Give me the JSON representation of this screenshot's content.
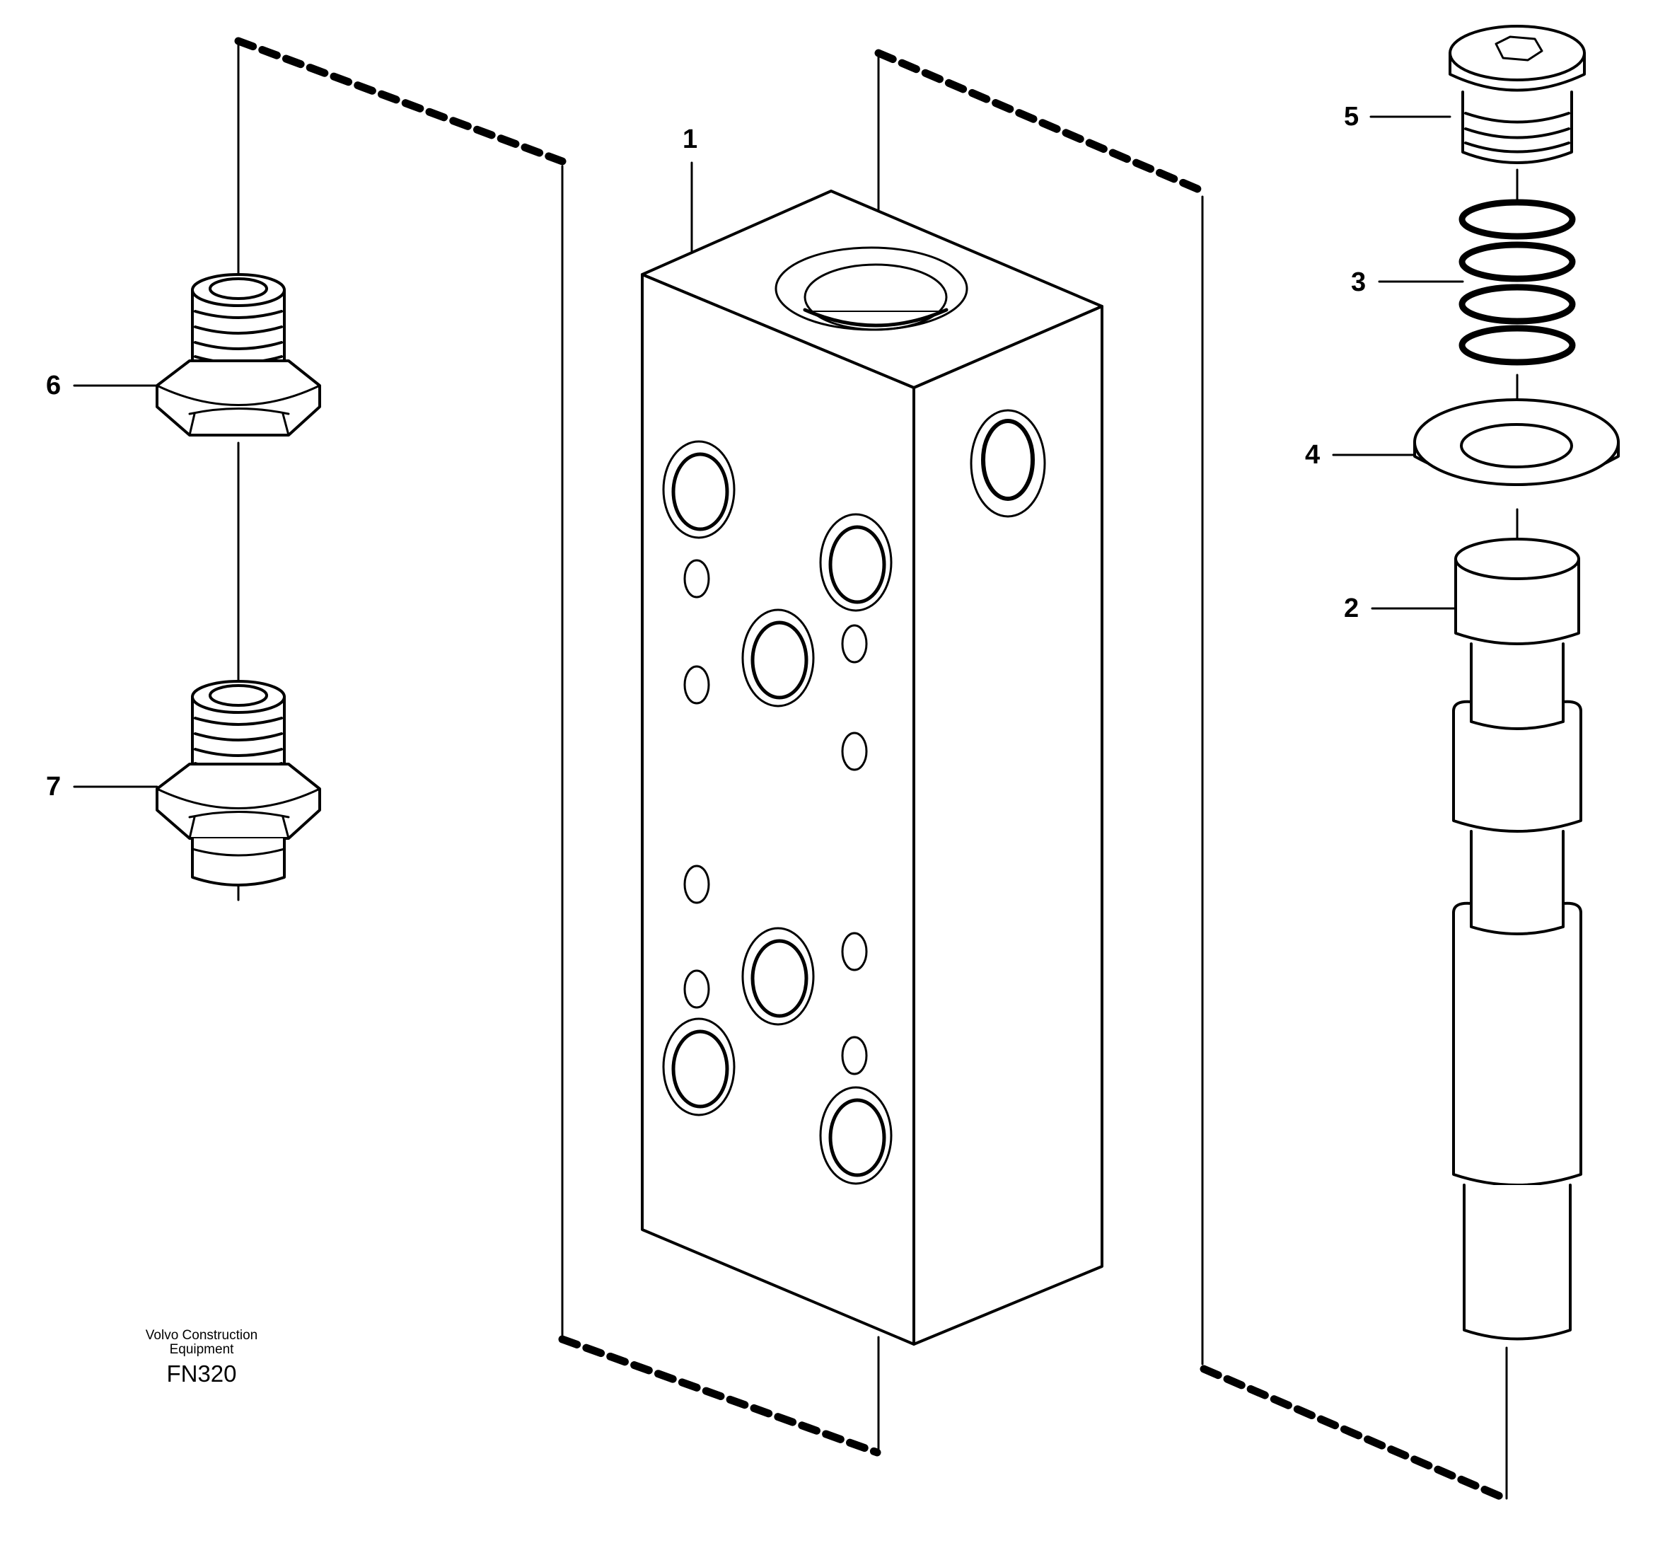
{
  "callouts": {
    "c1": "1",
    "c2": "2",
    "c3": "3",
    "c4": "4",
    "c5": "5",
    "c6": "6",
    "c7": "7"
  },
  "footer": {
    "brand_line1": "Volvo Construction",
    "brand_line2": "Equipment",
    "code": "FN320"
  },
  "colors": {
    "line": "#000000",
    "background": "#ffffff"
  }
}
